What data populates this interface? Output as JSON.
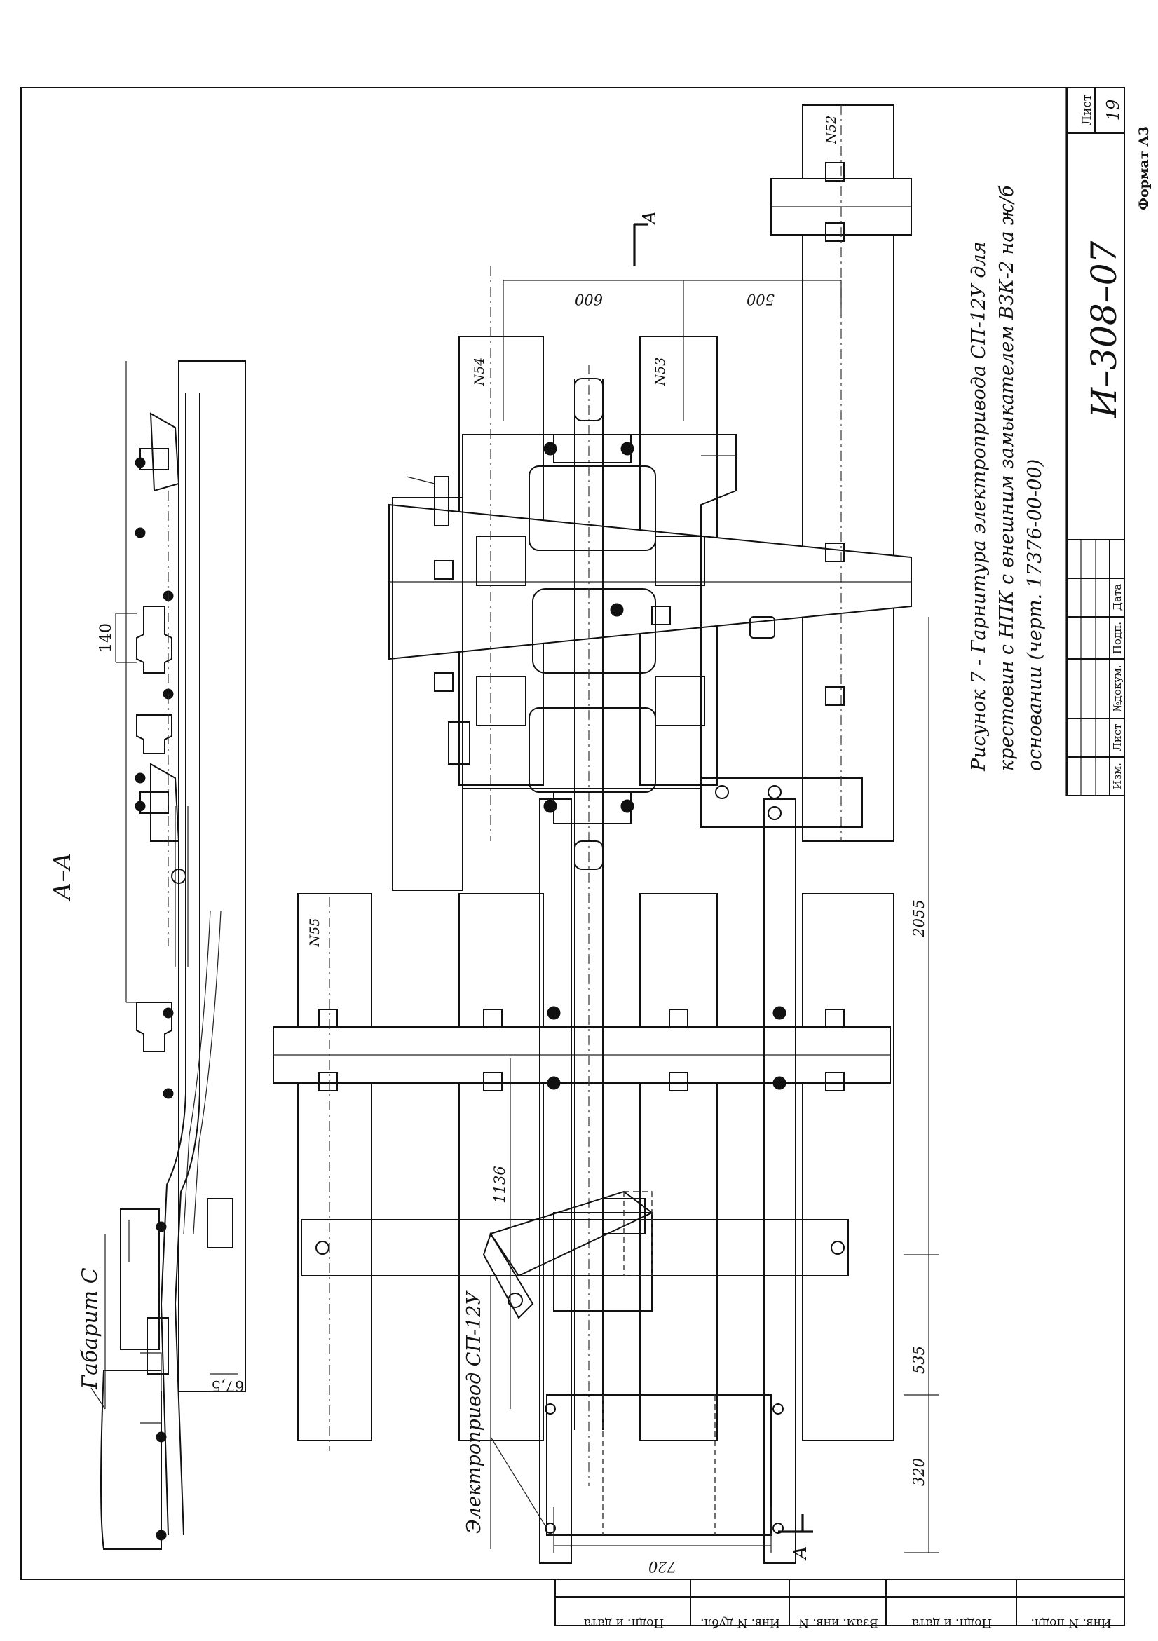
{
  "title_block": {
    "doc_code": "И–308–07",
    "sheet_label": "Лист",
    "sheet_number": "19",
    "format_label": "Формат А3",
    "cols": [
      "Изм.",
      "Лист",
      "№докум.",
      "Подп.",
      "Дата"
    ]
  },
  "caption": {
    "line1": "Рисунок 7 - Гарнитура электропривода СП-12У для",
    "line2": "крестовин с НПК с внешним замыкателем ВЗК-2 на ж/б",
    "line3": "основании (черт. 17376-00-00)"
  },
  "left_stamp": {
    "cells": [
      "Подп. и дата",
      "Инв. N дубл.",
      "Взам. инв. N",
      "Подп. и дата",
      "Инв. N подл."
    ]
  },
  "section_view": {
    "title": "А–А",
    "gabarit": "Габарит С",
    "dim_140": "140",
    "dim_67_5": "67,5"
  },
  "plan_view": {
    "section_mark_top": "А",
    "section_mark_bottom": "А",
    "actuator_label": "Электропривод СП-12У",
    "dims": {
      "d600": "600",
      "d500": "500",
      "d2055": "2055",
      "d1136": "1136",
      "d535": "535",
      "d320": "320",
      "d720": "720"
    },
    "ties": [
      "N52",
      "N53",
      "N54",
      "N55"
    ]
  },
  "colors": {
    "ink": "#111111",
    "paper": "#ffffff"
  }
}
